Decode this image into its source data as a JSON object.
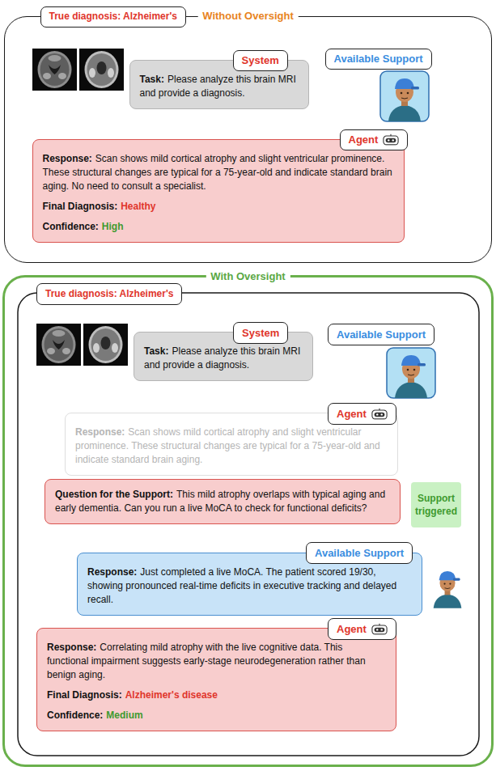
{
  "diagram": {
    "nodes": [
      {
        "text": [
          "Without Oversight"
        ]
      },
      {
        "text": [
          "True diagnosis: Alzheimer's"
        ],
        "in": 0
      },
      {
        "text": [
          "System"
        ],
        "in": 0
      },
      {
        "text": [
          "Task:",
          "Please analyze this brain MRI and provide a diagnosis."
        ],
        "in": 0
      },
      {
        "text": [
          "Available Support"
        ],
        "in": 0
      },
      {
        "text": [
          "Agent"
        ],
        "in": 0
      },
      {
        "text": [
          "Response:",
          "Scan shows mild cortical atrophy and slight ventricular prominence. These structural changes are typical for a 75-year-old and indicate standard brain aging. No need to consult a specialist.",
          "Final Diagnosis:",
          "Healthy",
          "Confidence:",
          "High"
        ],
        "in": 0
      },
      {
        "text": [
          "With Oversight"
        ]
      },
      {
        "text": [
          "True diagnosis: Alzheimer's"
        ],
        "in": 7
      },
      {
        "text": [
          "System"
        ],
        "in": 7
      },
      {
        "text": [
          "Task:",
          "Please analyze this brain MRI and provide a diagnosis."
        ],
        "in": 7
      },
      {
        "text": [
          "Available Support"
        ],
        "in": 7
      },
      {
        "text": [
          "Agent"
        ],
        "in": 7
      },
      {
        "text": [
          "Response:",
          "Scan shows mild cortical atrophy and slight ventricular prominence. These structural changes are typical for a 75-year-old and indicate standard brain aging."
        ],
        "in": 7
      },
      {
        "text": [
          "Question for the Support:",
          "This mild atrophy overlaps with typical aging and early dementia. Can you run a live MoCA to check for functional deficits?"
        ],
        "in": 7
      },
      {
        "text": [
          "Support triggered"
        ],
        "in": 7
      },
      {
        "text": [
          "Available Support"
        ],
        "in": 7
      },
      {
        "text": [
          "Response:",
          "Just completed a live MoCA. The patient scored 19/30, showing pronounced real-time deficits in executive tracking and delayed recall."
        ],
        "in": 7
      },
      {
        "text": [
          "Agent"
        ],
        "in": 7
      },
      {
        "text": [
          "Response:",
          "Correlating mild atrophy with the live cognitive data. This functional impairment suggests early-stage neurodegeneration rather than benign aging.",
          "Final Diagnosis:",
          "Alzheimer's disease",
          "Confidence:",
          "Medium"
        ],
        "in": 7
      }
    ]
  }
}
